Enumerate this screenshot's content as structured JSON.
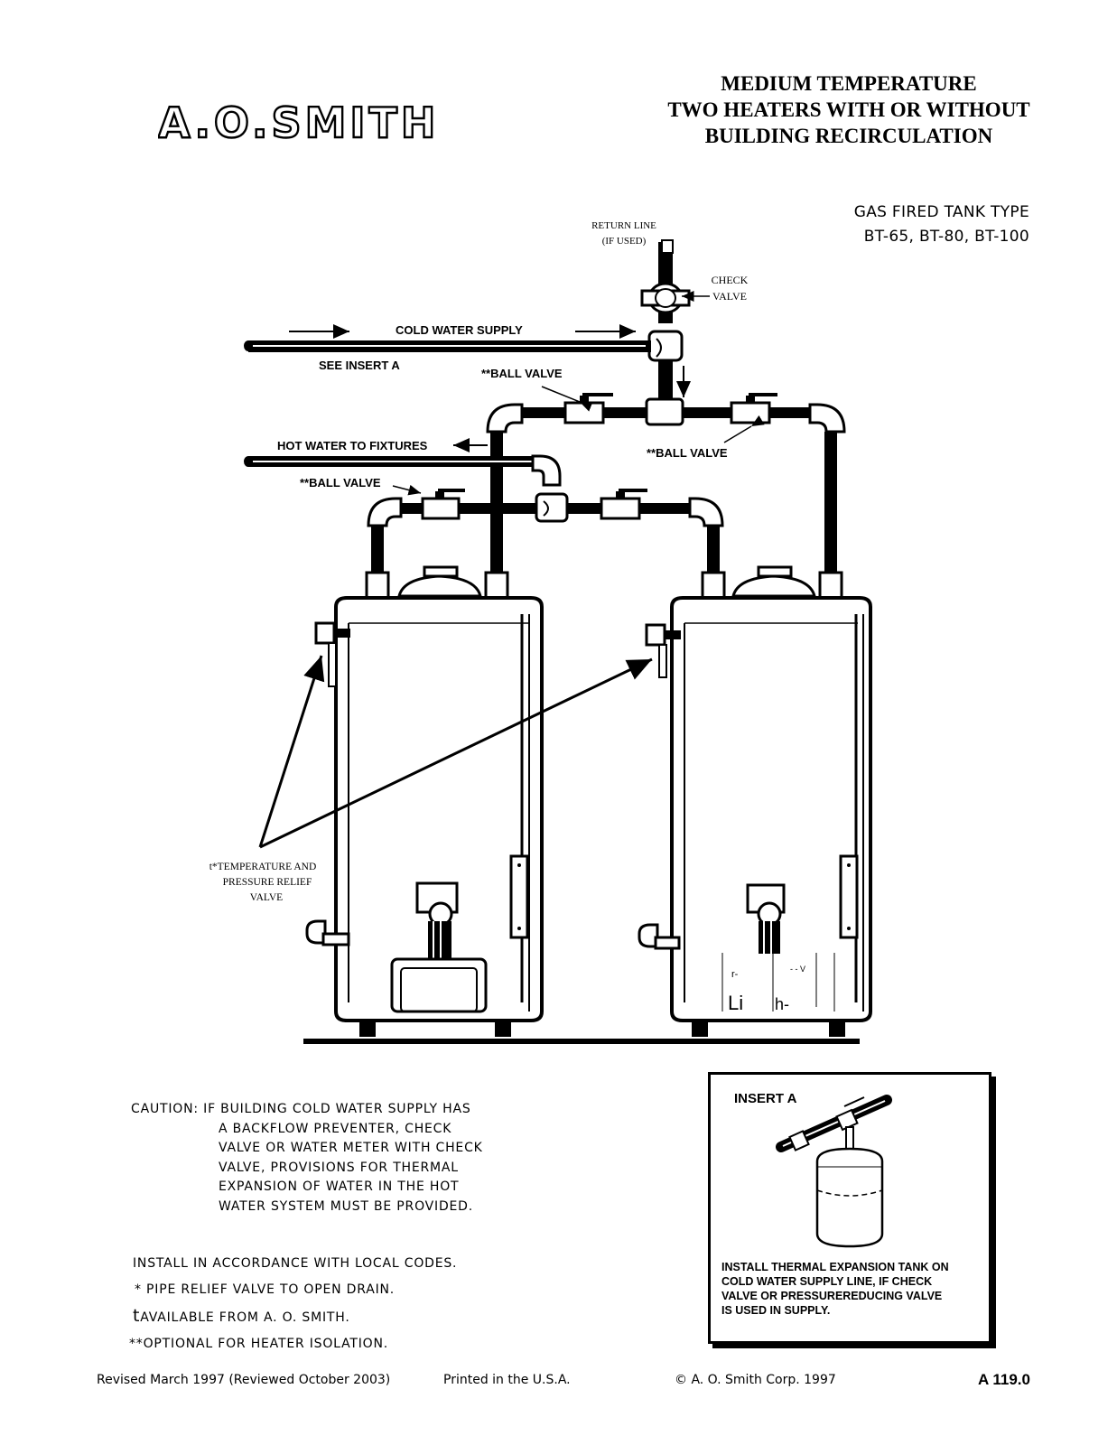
{
  "brand": {
    "logo_text": "A.O.SMITH"
  },
  "title": {
    "line1": "MEDIUM TEMPERATURE",
    "line2": "TWO HEATERS WITH OR WITHOUT",
    "line3": "BUILDING RECIRCULATION"
  },
  "subtitle": {
    "line1": "GAS FIRED TANK TYPE",
    "line2": "BT-65, BT-80, BT-100"
  },
  "diagram": {
    "return_line": "RETURN LINE",
    "return_if_used": "(IF USED)",
    "check_valve_1": "CHECK",
    "check_valve_2": "VALVE",
    "cold_water_supply": "COLD WATER SUPPLY",
    "see_insert_a": "SEE INSERT A",
    "ball_valve_top": "**BALL VALVE",
    "hot_water_to_fixtures": "HOT WATER TO FIXTURES",
    "ball_valve_right": "**BALL VALVE",
    "ball_valve_left": "**BALL VALVE",
    "tp_valve_1": "t*TEMPERATURE AND",
    "tp_valve_2": "PRESSURE RELIEF",
    "tp_valve_3": "VALVE",
    "stray_r": "r-",
    "stray_v": "- - V",
    "stray_li": "Li",
    "stray_h": "h-"
  },
  "caution": {
    "line1": "CAUTION: IF BUILDING COLD WATER SUPPLY HAS",
    "line2": "A BACKFLOW PREVENTER, CHECK",
    "line3": "VALVE OR WATER METER WITH CHECK",
    "line4": "VALVE, PROVISIONS FOR THERMAL",
    "line5": "EXPANSION OF WATER IN THE HOT",
    "line6": "WATER SYSTEM MUST BE PROVIDED."
  },
  "notes": {
    "line1": "INSTALL IN ACCORDANCE WITH LOCAL CODES.",
    "line2": "* PIPE RELIEF VALVE TO OPEN DRAIN.",
    "line3_mark": "t",
    "line3": "AVAILABLE FROM A. O. SMITH.",
    "line4": "**OPTIONAL FOR HEATER ISOLATION."
  },
  "insert_a": {
    "title": "INSERT A",
    "text1": "INSTALL THERMAL EXPANSION TANK ON",
    "text2": "COLD WATER SUPPLY LINE, IF CHECK",
    "text3": "VALVE OR PRESSUREREDUCING VALVE",
    "text4": "IS USED IN SUPPLY."
  },
  "footer": {
    "revised": "Revised March 1997 (Reviewed October 2003)",
    "printed": "Printed in the U.S.A.",
    "copyright": "© A. O. Smith Corp. 1997",
    "doc_number": "A 119.0"
  }
}
